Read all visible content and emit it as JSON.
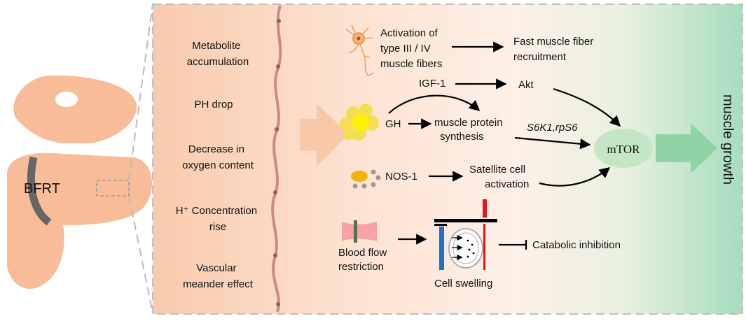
{
  "left": {
    "arm_label": "BFRT"
  },
  "factors": [
    [
      "Metabolite",
      "accumulation"
    ],
    [
      "PH drop"
    ],
    [
      "Decrease in",
      "oxygen content"
    ],
    [
      "H⁺ Concentration",
      "rise"
    ],
    [
      "Vascular",
      "meander effect"
    ]
  ],
  "pathway": {
    "fiber_activation": [
      "Activation of",
      "type III / IV",
      "muscle fibers"
    ],
    "fast_recruitment": [
      "Fast muscle fiber",
      "recruitment"
    ],
    "igf1": "IGF-1",
    "akt": "Akt",
    "gh": "GH",
    "protein_synthesis": [
      "muscle protein",
      "synthesis"
    ],
    "s6k1": "S6K1,rpS6",
    "mtor": "mTOR",
    "nos1": "NOS-1",
    "satellite": [
      "Satellite cell",
      "activation"
    ],
    "blood_flow": [
      "Blood flow",
      "restriction"
    ],
    "cell_swelling": "Cell swelling",
    "catabolic": "Catabolic inhibition",
    "outcome": "muscle growth"
  },
  "colors": {
    "panel_left": "#f9cdb0",
    "panel_mid": "#fde9dd",
    "panel_right": "#a9dfc1",
    "arm": "#f8bd98",
    "cuff": "#666666",
    "big_arrow": "#f9c8a7",
    "green_arrow": "#8fd3a6",
    "mtor": "#c5e6c4",
    "gh_blob": "#f6e100",
    "blue_bar": "#1f6fc9",
    "red_bar": "#e0141a"
  }
}
